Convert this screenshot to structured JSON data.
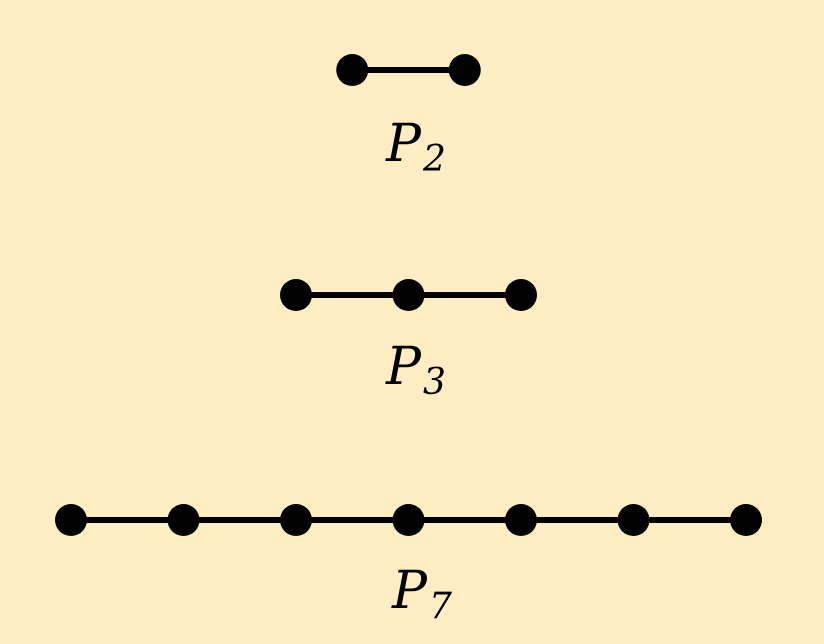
{
  "colors": {
    "background": "#ffeec4",
    "ink": "#000000"
  },
  "graphs": [
    {
      "name": "P",
      "subscript": "2",
      "vertex_count": 2
    },
    {
      "name": "P",
      "subscript": "3",
      "vertex_count": 3
    },
    {
      "name": "P",
      "subscript": "7",
      "vertex_count": 7
    }
  ]
}
